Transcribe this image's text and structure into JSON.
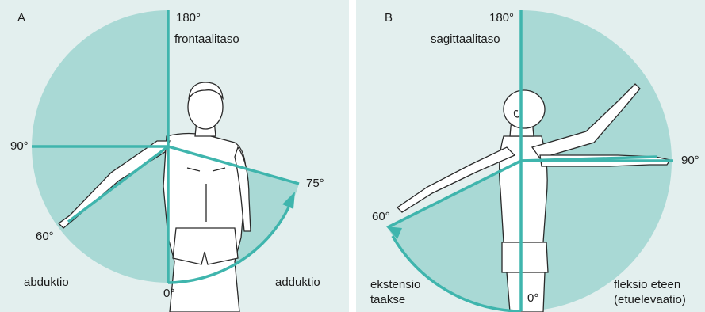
{
  "panel_a": {
    "letter": "A",
    "plane": "frontaalitaso",
    "deg_top": "180°",
    "deg_left": "90°",
    "deg_bottom": "0°",
    "deg_arm": "60°",
    "deg_right": "75°",
    "motion_left": "abduktio",
    "motion_right": "adduktio"
  },
  "panel_b": {
    "letter": "B",
    "plane": "sagittaalitaso",
    "deg_top": "180°",
    "deg_right": "90°",
    "deg_bottom": "0°",
    "deg_left": "60°",
    "motion_left_1": "ekstensio",
    "motion_left_2": "taakse",
    "motion_right_1": "fleksio eteen",
    "motion_right_2": "(etuelevaatio)"
  },
  "colors": {
    "background": "#e3efee",
    "sector": "#a9d9d5",
    "line": "#3fb5ad",
    "figure": "#ffffff",
    "outline": "#2a2a2a"
  }
}
